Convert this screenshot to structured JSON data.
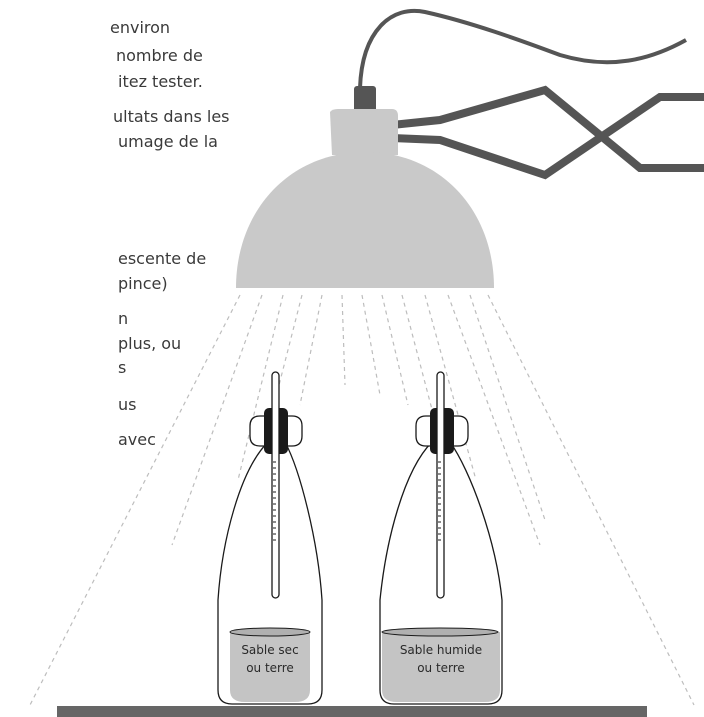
{
  "instructions": {
    "lines": [
      "environ",
      " nombre de",
      "itez tester.",
      "ultats dans les",
      "umage de la",
      "escente de",
      "pince)",
      "n",
      "plus, ou",
      "s",
      "us",
      "avec"
    ]
  },
  "bottles": [
    {
      "label_line1": "Sable sec",
      "label_line2": "ou terre"
    },
    {
      "label_line1": "Sable humide",
      "label_line2": "ou terre"
    }
  ],
  "colors": {
    "lamp": "#c9c9c9",
    "cable": "#555555",
    "sand": "#c4c4c4",
    "bench": "#666666",
    "outline": "#1a1a1a",
    "light_rays": "#bdbdbd"
  }
}
